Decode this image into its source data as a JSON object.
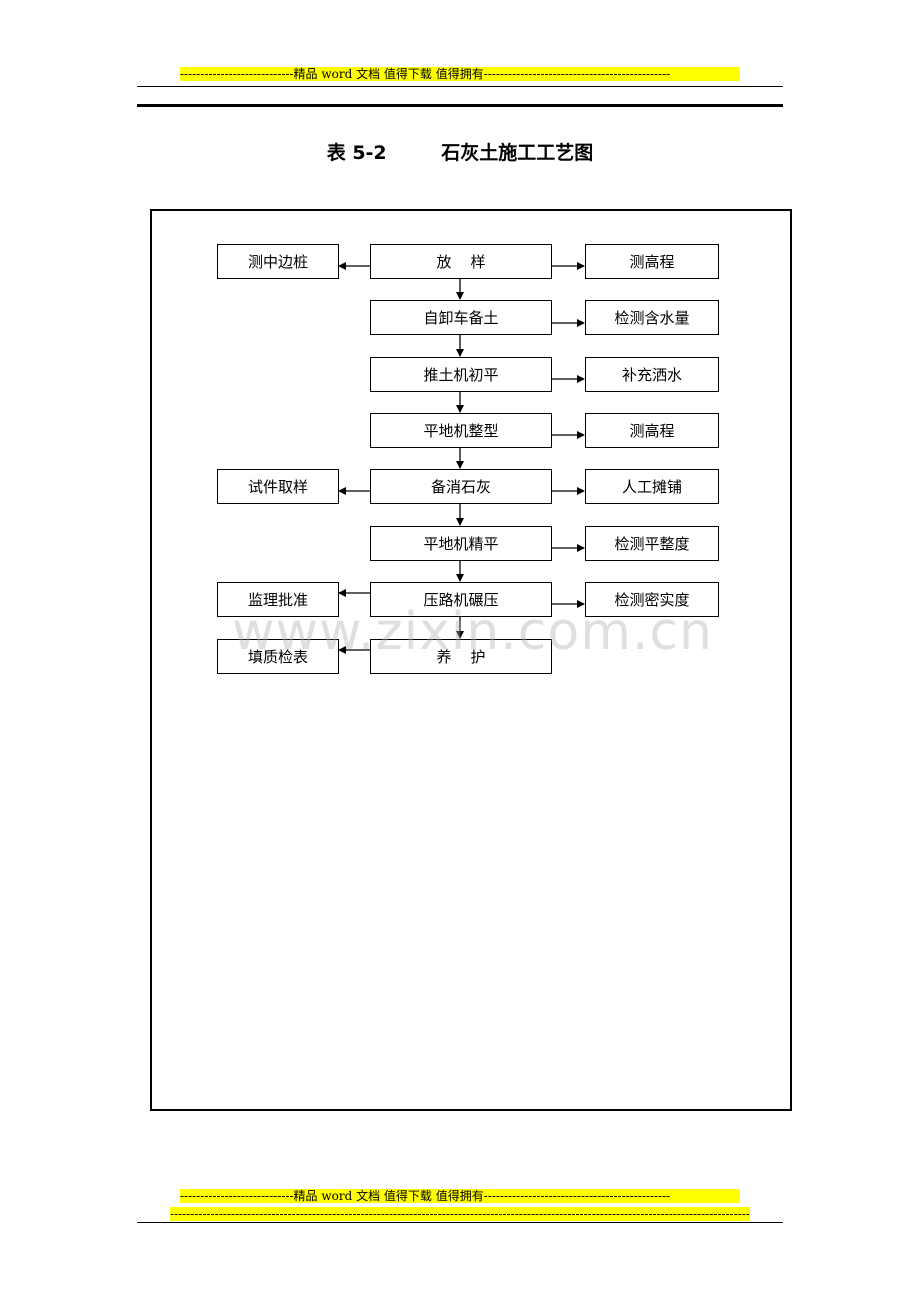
{
  "header": {
    "banner_text": "----------------------------精品 word 文档  值得下载  值得拥有----------------------------------------------"
  },
  "title": {
    "table_no": "表 5-2",
    "text": "石灰土施工工艺图"
  },
  "flow": {
    "center": [
      "放    样",
      "自卸车备土",
      "推土机初平",
      "平地机整型",
      "备消石灰",
      "平地机精平",
      "压路机碾压",
      "养    护"
    ],
    "left": {
      "row1": "测中边桩",
      "row5": "试件取样",
      "row7": "监理批准",
      "row8": "填质检表"
    },
    "right": {
      "row1": "测高程",
      "row2": "检测含水量",
      "row3": "补充洒水",
      "row4": "测高程",
      "row5": "人工摊铺",
      "row6": "检测平整度",
      "row7": "检测密实度"
    }
  },
  "watermark": "www.zixin.com.cn",
  "footer": {
    "banner_text": "----------------------------精品 word 文档  值得下载  值得拥有----------------------------------------------",
    "dash_line": "-----------------------------------------------------------------------------------------------------------------------------------------------"
  }
}
